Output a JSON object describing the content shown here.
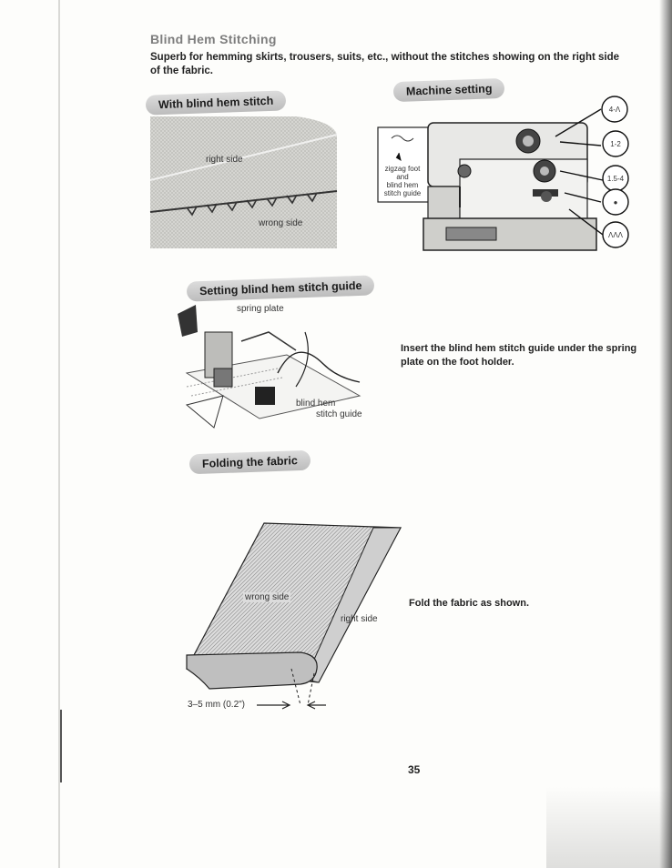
{
  "page": {
    "title": "Blind Hem Stitching",
    "intro": "Superb for hemming skirts, trousers, suits, etc., without the stitches showing on the right side of the fabric.",
    "page_number": "35"
  },
  "sections": {
    "blind_hem": {
      "heading": "With blind hem stitch",
      "right_side_label": "right side",
      "wrong_side_label": "wrong side"
    },
    "machine_setting": {
      "heading": "Machine setting",
      "foot_label_line1": "zigzag foot",
      "foot_label_line2": "and",
      "foot_label_line3": "blind hem",
      "foot_label_line4": "stitch guide",
      "dial_values": [
        "4-Λ",
        "1-2",
        "1.5-4",
        "●",
        "ΛΛΛ"
      ]
    },
    "guide_setting": {
      "heading": "Setting blind hem stitch guide",
      "spring_plate_label": "spring plate",
      "guide_label_line1": "blind hem",
      "guide_label_line2": "stitch guide",
      "instruction": "Insert the blind hem stitch guide under the spring plate on the foot holder."
    },
    "folding": {
      "heading": "Folding the fabric",
      "wrong_side_label": "wrong side",
      "right_side_label": "right side",
      "measure_label": "3–5 mm (0.2\")",
      "instruction": "Fold the fabric as shown."
    }
  }
}
